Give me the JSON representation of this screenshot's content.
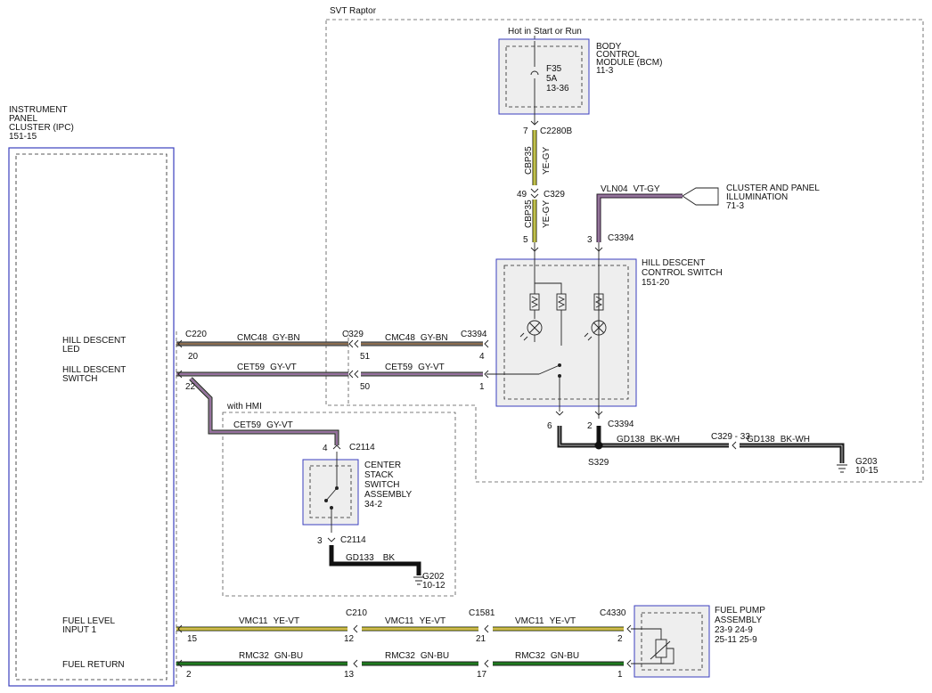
{
  "colors": {
    "module_border": "#3b3fbf",
    "module_fill": "#eeeeee",
    "yellow": "#f2f21a",
    "gray": "#8c8c8c",
    "brown": "#8a5a2b",
    "violet": "#9b5fa8",
    "black": "#111111",
    "green": "#1f7a1f",
    "white": "#ffffff"
  },
  "region": {
    "label": "SVT Raptor",
    "hmi_label": "with HMI"
  },
  "modules": {
    "ipc": {
      "name_lines": [
        "INSTRUMENT",
        "PANEL",
        "CLUSTER (IPC)",
        "151-15"
      ],
      "icon": "module-box"
    },
    "bcm": {
      "name_lines": [
        "BODY",
        "CONTROL",
        "MODULE (BCM)",
        "11-3"
      ],
      "power_label": "Hot in Start or Run",
      "fuse_lines": [
        "F35",
        "5A",
        "13-36"
      ]
    },
    "hdcs": {
      "name_lines": [
        "HILL DESCENT",
        "CONTROL SWITCH",
        "151-20"
      ]
    },
    "center_stack": {
      "name_lines": [
        "CENTER",
        "STACK",
        "SWITCH",
        "ASSEMBLY",
        "34-2"
      ]
    },
    "fuel_pump": {
      "name_lines": [
        "FUEL PUMP",
        "ASSEMBLY",
        "23-9   24-9",
        "25-11   25-9"
      ]
    },
    "cluster_illum": {
      "name_lines": [
        "CLUSTER AND PANEL",
        "ILLUMINATION",
        "71-3"
      ]
    }
  },
  "ipc_signals": {
    "hill_led": [
      "HILL DESCENT",
      "LED"
    ],
    "hill_switch": [
      "HILL DESCENT",
      "SWITCH"
    ],
    "fuel_level": [
      "FUEL LEVEL",
      "INPUT 1"
    ],
    "fuel_return": "FUEL RETURN"
  },
  "connectors": {
    "c220": "C220",
    "c329": "C329",
    "c3394": "C3394",
    "c2280b": "C2280B",
    "c2114": "C2114",
    "c210": "C210",
    "c1581": "C1581",
    "c4330": "C4330",
    "c329_33": "C329 - 33",
    "s329": "S329"
  },
  "pins": {
    "c220_led": "20",
    "c220_sw": "22",
    "c329_led": "51",
    "c329_sw": "50",
    "c3394_led": "4",
    "c3394_sw": "1",
    "c2280b": "7",
    "c329_top": "49",
    "hdcs_5": "5",
    "hdcs_3": "3",
    "hdcs_6": "6",
    "hdcs_2": "2",
    "c2114_top": "4",
    "c2114_bot": "3",
    "ipc_fuel": "15",
    "c210_fuel": "12",
    "c1581_fuel": "21",
    "c4330_fuel": "2",
    "ipc_ret": "2",
    "c210_ret": "13",
    "c1581_ret": "17",
    "c4330_ret": "1"
  },
  "wires": {
    "cmc48": {
      "circuit": "CMC48",
      "color": "GY-BN"
    },
    "cet59": {
      "circuit": "CET59",
      "color": "GY-VT"
    },
    "cbp35": {
      "circuit": "CBP35",
      "color": "YE-GY"
    },
    "vln04": {
      "circuit": "VLN04",
      "color": "VT-GY"
    },
    "gd138": {
      "circuit": "GD138",
      "color": "BK-WH"
    },
    "gd133": {
      "circuit": "GD133",
      "color": "BK"
    },
    "vmc11": {
      "circuit": "VMC11",
      "color": "YE-VT"
    },
    "rmc32": {
      "circuit": "RMC32",
      "color": "GN-BU"
    }
  },
  "grounds": {
    "g203": [
      "G203",
      "10-15"
    ],
    "g202": [
      "G202",
      "10-12"
    ]
  }
}
